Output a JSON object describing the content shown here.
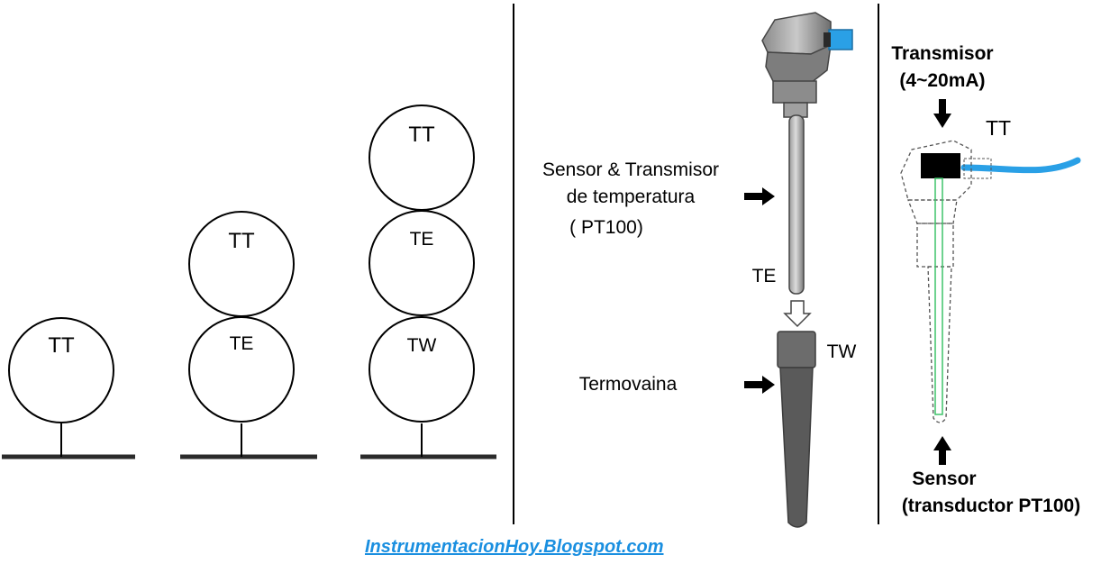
{
  "panel_left": {
    "instruments": [
      {
        "circles": [
          "TT"
        ]
      },
      {
        "circles": [
          "TT",
          "TE"
        ]
      },
      {
        "circles": [
          "TT",
          "TE",
          "TW"
        ]
      }
    ]
  },
  "panel_middle": {
    "sensor_label_lines": [
      "Sensor & Transmisor",
      "de temperatura",
      "( PT100)"
    ],
    "te_label": "TE",
    "tw_label": "TW",
    "termovaina_label": "Termovaina"
  },
  "panel_right": {
    "transmisor_lines": [
      "Transmisor",
      "(4~20mA)"
    ],
    "tt_label": "TT",
    "sensor_lines": [
      "Sensor",
      "(transductor PT100)"
    ],
    "cable_color": "#2aa0e6"
  },
  "footer": {
    "link_text": "InstrumentacionHoy.Blogspot.com",
    "link_color": "#1a8fe0"
  }
}
